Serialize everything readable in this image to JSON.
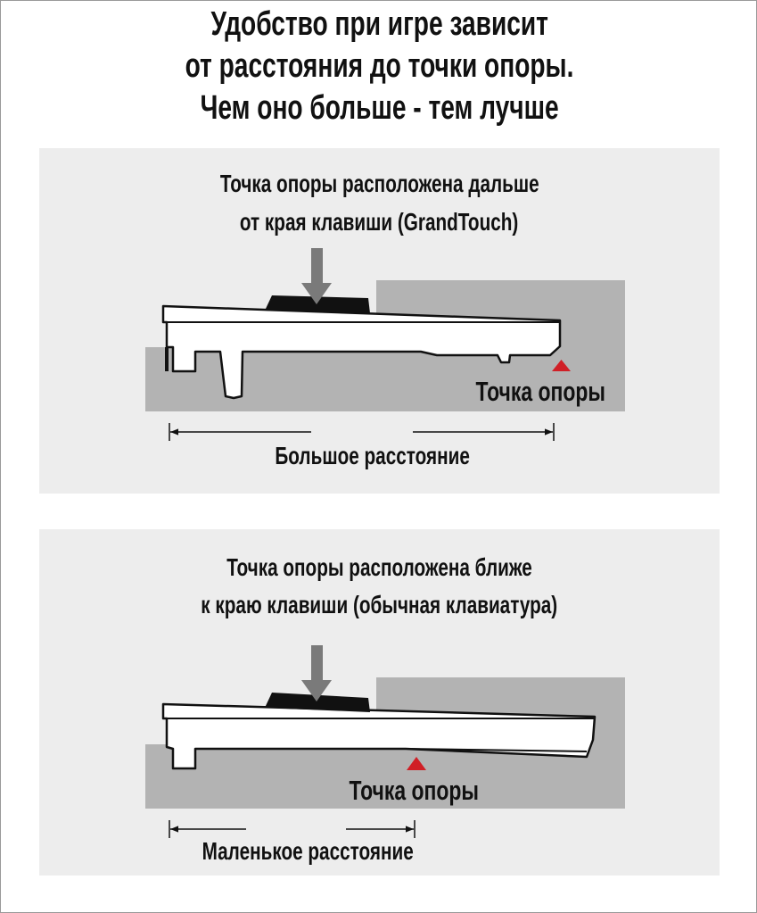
{
  "title": {
    "lines": [
      "Удобство при игре зависит",
      "от расстояния до точки опоры.",
      "Чем оно больше - тем лучше"
    ]
  },
  "panel_grandtouch": {
    "caption_lines": [
      "Точка опоры расположена дальше",
      "от края клавиши (GrandTouch)"
    ],
    "fulcrum_label": "Точка опоры",
    "distance_label": "Большое расстояние"
  },
  "panel_regular": {
    "caption_lines": [
      "Точка опоры расположена ближе",
      "к краю клавиши (обычная клавиатура)"
    ],
    "fulcrum_label": "Точка опоры",
    "distance_label": "Маленькое расстояние"
  },
  "colors": {
    "panel": "#ededed",
    "block": "#b3b3b3",
    "fulcrum": "#d01f26",
    "arrow": "#7a7a7a"
  }
}
